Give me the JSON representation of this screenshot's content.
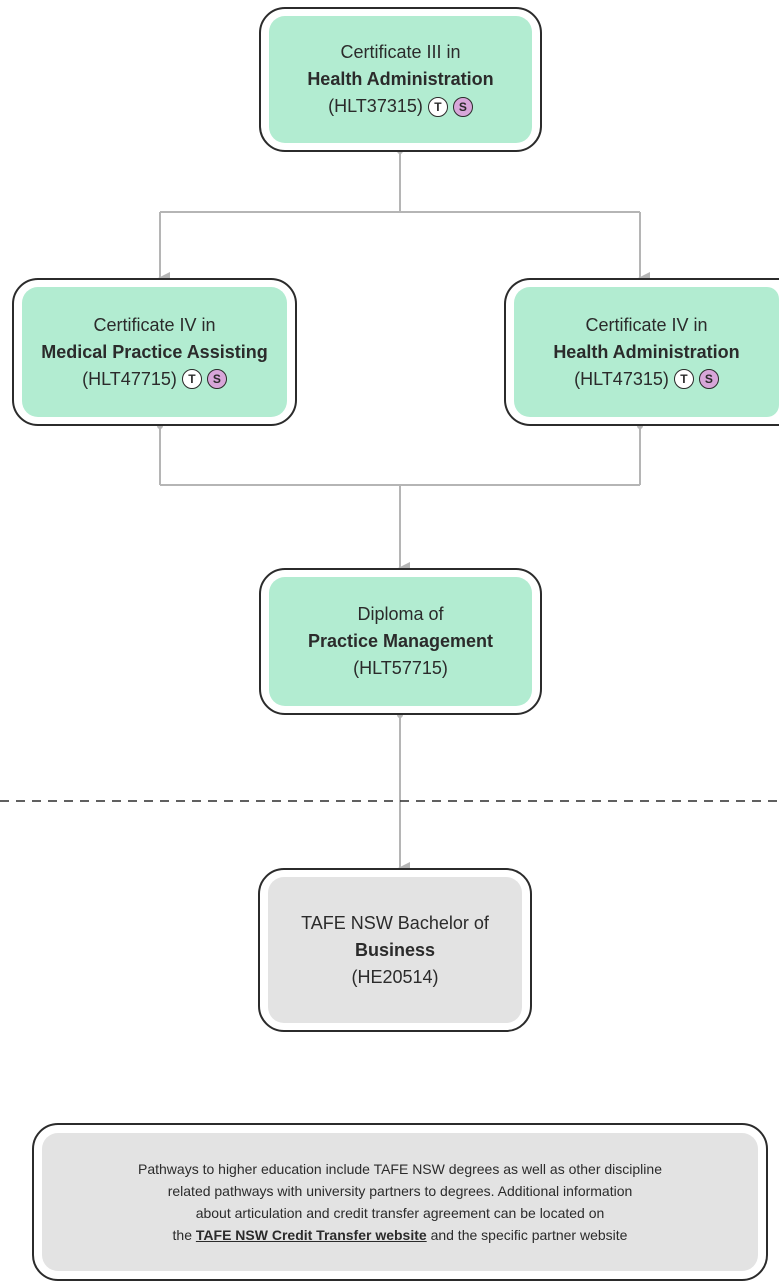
{
  "nodes": {
    "cert3_health_admin": {
      "line1": "Certificate III in",
      "line2": "Health Administration",
      "code": "(HLT37315)",
      "badges": [
        "T",
        "S"
      ]
    },
    "cert4_medical_practice": {
      "line1": "Certificate IV in",
      "line2": "Medical Practice Assisting",
      "code": "(HLT47715)",
      "badges": [
        "T",
        "S"
      ]
    },
    "cert4_health_admin": {
      "line1": "Certificate IV in",
      "line2": "Health Administration",
      "code": "(HLT47315)",
      "badges": [
        "T",
        "S"
      ]
    },
    "diploma_practice_mgmt": {
      "line1": "Diploma of",
      "line2": "Practice Management",
      "code": "(HLT57715)"
    },
    "bachelor_business": {
      "line1": "TAFE NSW Bachelor of",
      "line2": "Business",
      "code": "(HE20514)"
    }
  },
  "note": {
    "line1": "Pathways to higher education include TAFE NSW degrees as well as other discipline",
    "line2": "related pathways with university partners to degrees. Additional information",
    "line3": "about articulation and credit transfer agreement can be located on",
    "line4_prefix": "the",
    "link_text": "TAFE NSW Credit Transfer website",
    "line4_suffix": "and the specific partner website"
  },
  "colors": {
    "green_fill": "#b2ecd1",
    "grey_fill": "#e3e3e3",
    "badge_s": "#d7a6d9",
    "connector": "#b5b5b5"
  }
}
